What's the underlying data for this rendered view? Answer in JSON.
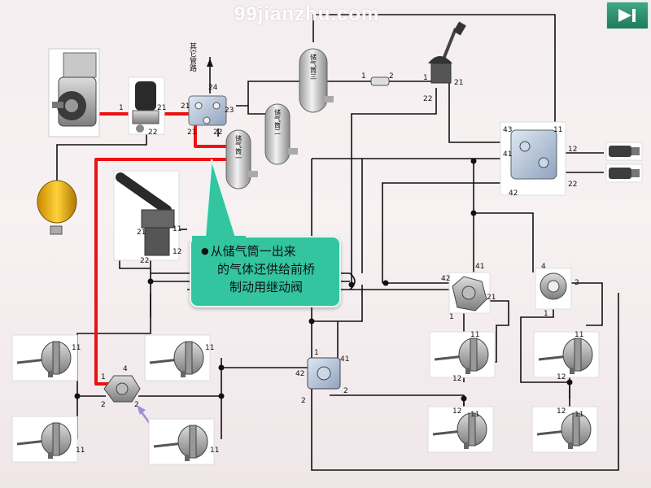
{
  "watermark": "99jianzhu.com",
  "nav": {
    "icon": "skip-forward-icon"
  },
  "callout": {
    "line1": "从储气筒一出来",
    "line2": "的气体还供给前桥",
    "line3": "制动用继动阀"
  },
  "labels": {
    "other_lines": "其它管路",
    "tank1": "储气筒一",
    "tank2": "储气筒二",
    "tank3": "储气筒三"
  },
  "ports": {
    "dryer_in": "1",
    "dryer_out": "21",
    "dryer_22": "22",
    "valve_24": "24",
    "valve_21": "21",
    "valve_23": "23",
    "valve_22": "22",
    "filter_1": "1",
    "filter_2": "2",
    "hand_1": "1",
    "hand_21": "21",
    "hand_22": "22",
    "trailer_43": "43",
    "trailer_11": "11",
    "trailer_41": "41",
    "trailer_42": "42",
    "trailer_12": "12",
    "trailer_22": "22",
    "foot_21": "21",
    "foot_11": "11",
    "foot_22": "22",
    "foot_12": "12",
    "relay_front_1": "1",
    "relay_front_4": "4",
    "relay_front_2a": "2",
    "relay_front_2b": "2",
    "rv2_1": "1",
    "rv2_41": "41",
    "rv2_42": "42",
    "rv2_2a": "2",
    "rv2_2b": "2",
    "rv3_42": "42",
    "rv3_41": "41",
    "rv3_1": "1",
    "rv3_21": "21",
    "quick_4": "4",
    "quick_2": "2",
    "quick_1": "1",
    "ch_11": "11",
    "ch_12": "12"
  }
}
